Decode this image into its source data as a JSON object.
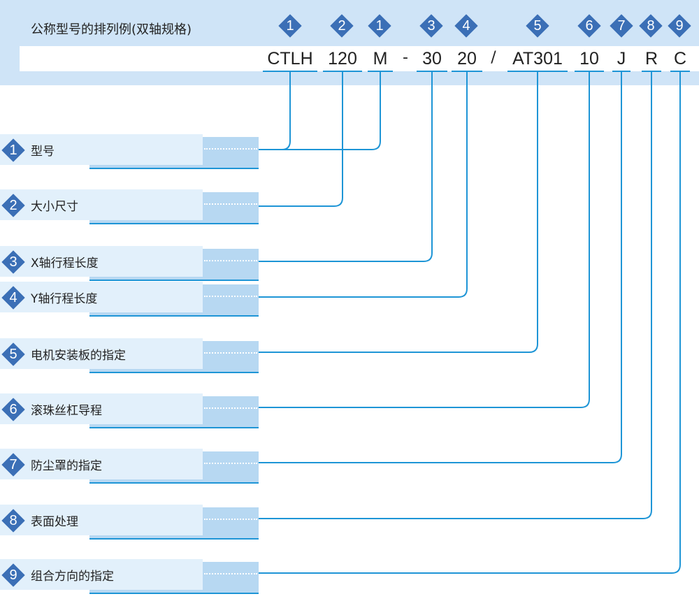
{
  "title": "公称型号的排列例(双轴规格)",
  "colors": {
    "accent": "#1e95d6",
    "badge": "#3b6fb6",
    "band": "#cfe4f7"
  },
  "top_badges": [
    "1",
    "2",
    "1",
    "3",
    "4",
    "5",
    "6",
    "7",
    "8",
    "9"
  ],
  "code": {
    "segments": [
      "CTLH",
      "120",
      "M",
      "30",
      "20",
      "AT301",
      "10",
      "J",
      "R",
      "C"
    ],
    "separators": [
      "-",
      "/"
    ]
  },
  "items": [
    {
      "num": "1",
      "label": "型号"
    },
    {
      "num": "2",
      "label": "大小尺寸"
    },
    {
      "num": "3",
      "label": "X轴行程长度"
    },
    {
      "num": "4",
      "label": "Y轴行程长度"
    },
    {
      "num": "5",
      "label": "电机安装板的指定"
    },
    {
      "num": "6",
      "label": "滚珠丝杠导程"
    },
    {
      "num": "7",
      "label": "防尘罩的指定"
    },
    {
      "num": "8",
      "label": "表面处理"
    },
    {
      "num": "9",
      "label": "组合方向的指定"
    }
  ]
}
